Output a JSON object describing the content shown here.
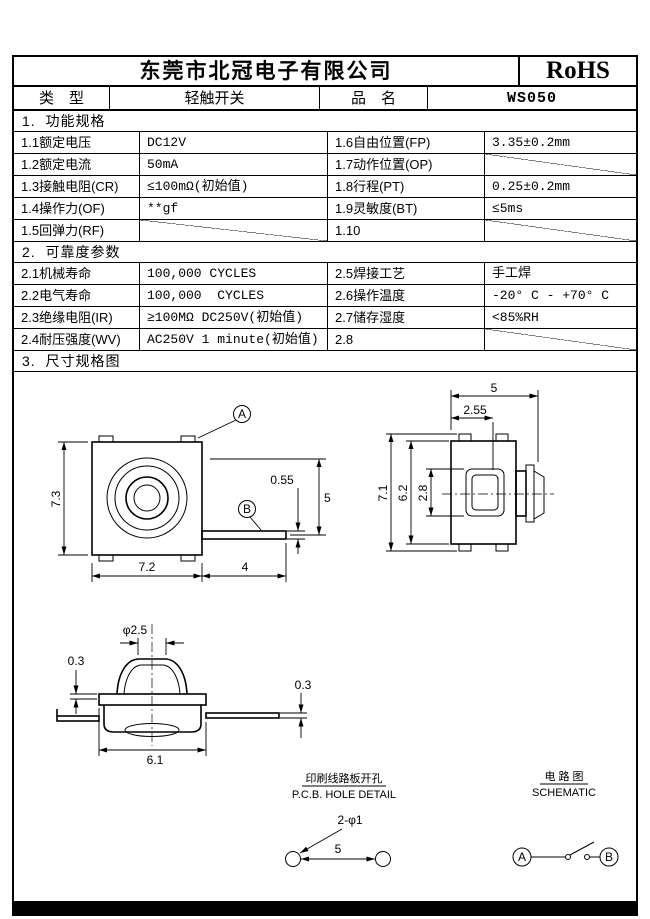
{
  "colors": {
    "ink": "#000000",
    "paper": "#ffffff"
  },
  "header": {
    "company": "东莞市北冠电子有限公司",
    "rohs": "RoHS"
  },
  "product": {
    "type_label": "类　型",
    "type_value": "轻触开关",
    "name_label": "品　名",
    "name_value": "WS050"
  },
  "section1": {
    "title": "1.  功能规格",
    "rows": [
      {
        "c1": "1.1额定电压",
        "c2": "DC12V",
        "c3": "1.6自由位置(FP)",
        "c4": "3.35±0.2mm"
      },
      {
        "c1": "1.2额定电流",
        "c2": "50mA",
        "c3": "1.7动作位置(OP)",
        "c4": ""
      },
      {
        "c1": "1.3接触电阻(CR)",
        "c2": "≤100mΩ(初始值)",
        "c3": "1.8行程(PT)",
        "c4": "0.25±0.2mm"
      },
      {
        "c1": "1.4操作力(OF)",
        "c2": "**gf",
        "c3": "1.9灵敏度(BT)",
        "c4": "≤5ms"
      },
      {
        "c1": "1.5回弹力(RF)",
        "c2": "",
        "c3": "1.10",
        "c4": ""
      }
    ]
  },
  "section2": {
    "title": "2.  可靠度参数",
    "rows": [
      {
        "c1": "2.1机械寿命",
        "c2": "100,000 CYCLES",
        "c3": "2.5焊接工艺",
        "c4": "手工焊"
      },
      {
        "c1": "2.2电气寿命",
        "c2": "100,000  CYCLES",
        "c3": "2.6操作温度",
        "c4": "-20° C - +70° C"
      },
      {
        "c1": "2.3绝缘电阻(IR)",
        "c2": "≥100MΩ DC250V(初始值)",
        "c3": "2.7储存湿度",
        "c4": "<85%RH"
      },
      {
        "c1": "2.4耐压强度(WV)",
        "c2": "AC250V 1 minute(初始值)",
        "c3": "2.8",
        "c4": ""
      }
    ]
  },
  "section3": {
    "title": "3.  尺寸规格图"
  },
  "drawings": {
    "front": {
      "dim_height": "7.3",
      "dim_width": "7.2",
      "dim_lead": "4",
      "dim_lead_t": "0.55",
      "dim_lead_pos": "5",
      "callout_a": "A",
      "callout_b": "B"
    },
    "side": {
      "dim_total": "5",
      "dim_top": "2.55",
      "dim_h1": "7.1",
      "dim_h2": "6.2",
      "dim_h3": "2.8"
    },
    "bottom": {
      "dim_btn": "φ2.5",
      "dim_t1": "0.3",
      "dim_t2": "0.3",
      "dim_w": "6.1"
    },
    "pcb": {
      "title_cn": "印刷线路板开孔",
      "title_en": "P.C.B. HOLE DETAIL",
      "holes": "2-φ1",
      "pitch": "5"
    },
    "schematic": {
      "title_cn": "电 路 图",
      "title_en": "SCHEMATIC",
      "a": "A",
      "b": "B"
    }
  }
}
